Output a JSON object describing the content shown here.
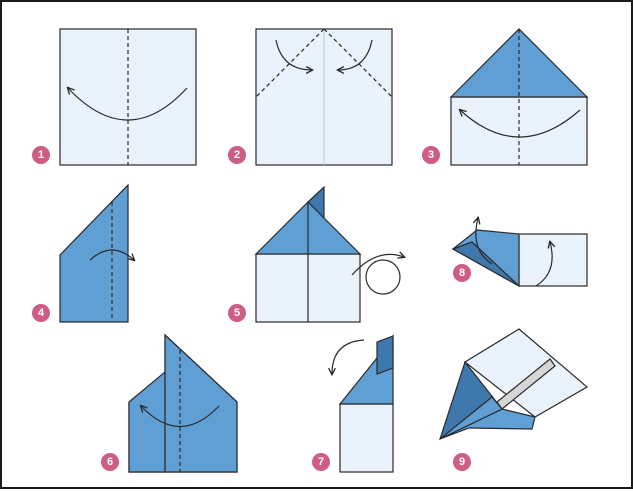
{
  "title": "",
  "colors": {
    "paper_light": "#eaf3fc",
    "paper_blue": "#5f9fd4",
    "paper_blue_dark": "#3f78ad",
    "line": "#2a2a2a",
    "badge": "#cf5c82",
    "badge_text": "#ffffff"
  },
  "steps": [
    {
      "number": "1",
      "action": "fold-in-half-vertical"
    },
    {
      "number": "2",
      "action": "fold-top-corners-to-center"
    },
    {
      "number": "3",
      "action": "fold-in-half"
    },
    {
      "number": "4",
      "action": "fold-edge-over"
    },
    {
      "number": "5",
      "action": "turn-over"
    },
    {
      "number": "6",
      "action": "fold-in-half"
    },
    {
      "number": "7",
      "action": "fold-wing-down"
    },
    {
      "number": "8",
      "action": "fold-wings-up"
    },
    {
      "number": "9",
      "action": "finished-plane"
    }
  ]
}
